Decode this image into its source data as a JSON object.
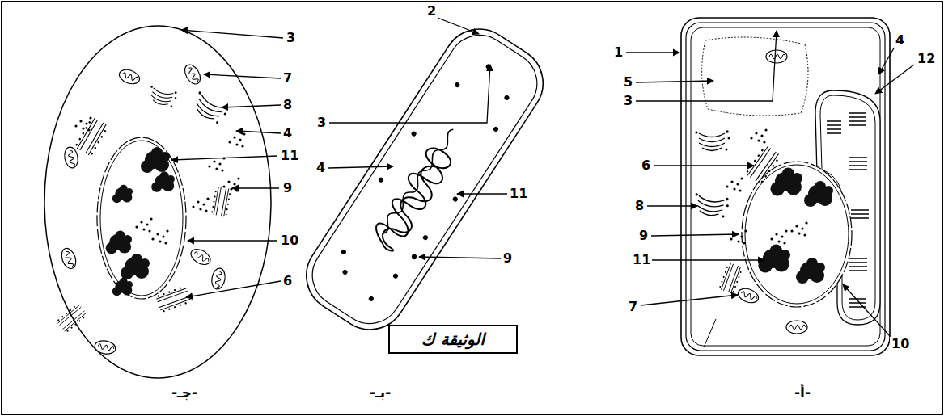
{
  "diagram": {
    "nodes": [
      {
        "text": [
          "الوثيقة ك"
        ]
      }
    ],
    "labels": [
      "3",
      "7",
      "8",
      "4",
      "11",
      "9",
      "10",
      "6",
      "2",
      "3",
      "4",
      "11",
      "9",
      "1",
      "5",
      "3",
      "4",
      "12",
      "6",
      "8",
      "9",
      "11",
      "7",
      "10",
      "-جـ-",
      "-بـ-",
      "-أ-"
    ]
  }
}
